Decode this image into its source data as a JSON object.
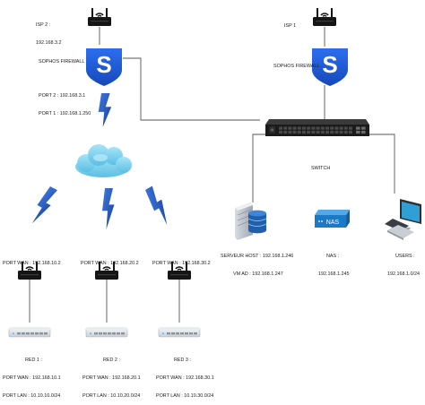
{
  "isp2": {
    "title": "ISP 2 :",
    "ip": "192.168.3.2"
  },
  "isp1": {
    "title": "ISP 1"
  },
  "firewall_left": {
    "title": "SOPHOS FIREWALL",
    "port2": "PORT 2 : 192.168.3.1",
    "port1": "PORT 1 : 192.168.1.250",
    "logo": "S"
  },
  "firewall_right": {
    "title": "SOPHOS FIREWALL",
    "logo": "S"
  },
  "switch": {
    "title": "SWITCH"
  },
  "server": {
    "host": "SERVEUR HOST : 192.168.1.246",
    "vm": "VM AD : 192.168.1.247"
  },
  "nas": {
    "title": "NAS :",
    "ip": "192.168.1.245",
    "badge": "NAS"
  },
  "users": {
    "title": "USERS :",
    "ip": "192.168.1.0/24"
  },
  "sites": [
    {
      "wan": "PORT WAN : 192.168.10.2",
      "red": "RED 1 :",
      "wan2": "PORT WAN : 192.168.10.1",
      "lan": "PORT LAN : 10.10.10.0/24"
    },
    {
      "wan": "PORT WAN : 192.168.20.2",
      "red": "RED 2 :",
      "wan2": "PORT WAN : 192.168.20.1",
      "lan": "PORT LAN : 10.10.20.0/24"
    },
    {
      "wan": "PORT WAN : 192.168.30.2",
      "red": "RED 3 :",
      "wan2": "PORT WAN : 192.168.30.1",
      "lan": "PORT LAN : 10.10.30.0/24"
    }
  ],
  "colors": {
    "sophos_blue": "#1d5bd6",
    "lightning": "#2a5dc8",
    "cloud": "#7fd0ee",
    "nas_blue": "#1b79c6",
    "line": "#555555"
  },
  "icons": [
    "router-icon",
    "sophos-shield-icon",
    "network-switch-icon",
    "server-icon",
    "database-icon",
    "nas-icon",
    "desktop-computer-icon",
    "cloud-icon",
    "lightning-icon",
    "red-appliance-icon"
  ]
}
